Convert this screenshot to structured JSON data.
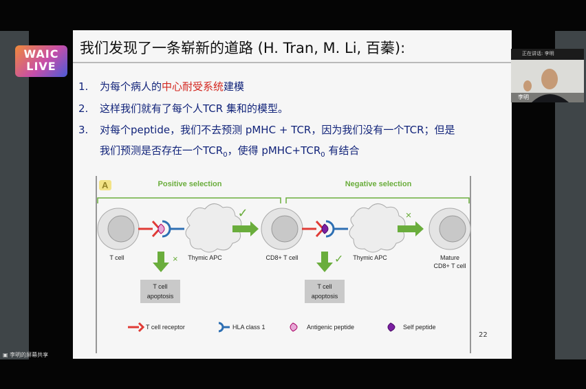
{
  "branding": {
    "line1": "WAIC",
    "line2": "LIVE"
  },
  "slide": {
    "title": "我们发现了一条崭新的道路 (H. Tran, M. Li, 百蓁):",
    "bullets": [
      {
        "num": "1.",
        "pre": "为每个病人的",
        "highlight": "中心耐受系统",
        "post": "建模"
      },
      {
        "num": "2.",
        "text": "这样我们就有了每个人TCR 集和的模型。"
      },
      {
        "num": "3.",
        "text": "对每个peptide，我们不去预测 pMHC + TCR，因为我们没有一个TCR；但是"
      },
      {
        "num": "",
        "text_a": "我们预测是否存在一个TCR",
        "sub_a": "0",
        "text_b": "，使得 pMHC+TCR",
        "sub_b": "0",
        "text_c": " 有结合"
      }
    ],
    "figure": {
      "panel_label": "A",
      "positive_selection": "Positive selection",
      "negative_selection": "Negative selection",
      "cells": {
        "t_cell": "T cell",
        "thymic_apc_1": "Thymic APC",
        "cd8_t_cell": "CD8+ T cell",
        "thymic_apc_2": "Thymic APC",
        "mature_line1": "Mature",
        "mature_line2": "CD8+ T cell"
      },
      "apoptosis_line1": "T cell",
      "apoptosis_line2": "apoptosis",
      "check_mark": "✓",
      "cross_mark": "×",
      "legend": {
        "tcr": "T cell receptor",
        "hla": "HLA class 1",
        "antigenic": "Antigenic peptide",
        "self": "Self peptide"
      },
      "colors": {
        "green": "#6aad3c",
        "tcr_red": "#e03b35",
        "hla_blue": "#2d6fb3",
        "antigenic_pink": "#e6a8d6",
        "self_purple": "#7b1fa2",
        "cell_gray": "#c8c8c8"
      }
    },
    "page_number": "22"
  },
  "camera": {
    "top_label": "正在讲话: 李明",
    "name": "李明"
  },
  "share_label": "李明的屏幕共享"
}
